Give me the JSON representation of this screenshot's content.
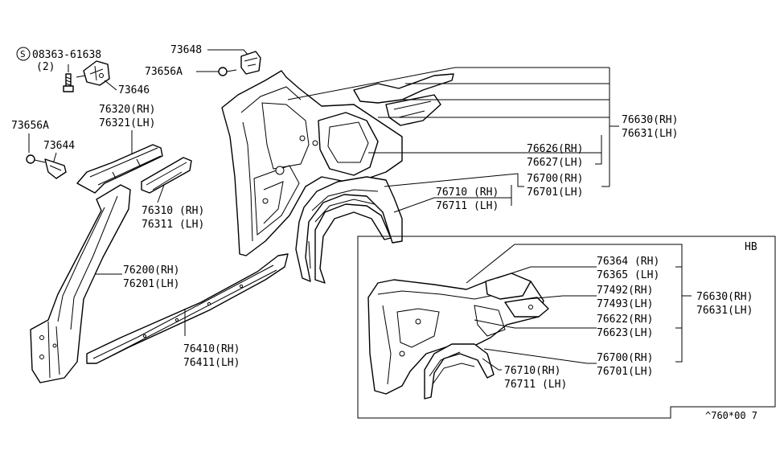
{
  "bolt_symbol": "S",
  "callouts": {
    "screw": "08363-61638",
    "screw_qty": "(2)",
    "p73648": "73648",
    "p73656a_top": "73656A",
    "p73646": "73646",
    "p73656a_left": "73656A",
    "p73644": "73644",
    "p76320": "76320(RH)",
    "p76321": "76321(LH)",
    "p76310": "76310 (RH)",
    "p76311": "76311 (LH)",
    "p76200": "76200(RH)",
    "p76201": "76201(LH)",
    "p76410": "76410(RH)",
    "p76411": "76411(LH)",
    "p76630": "76630(RH)",
    "p76631": "76631(LH)",
    "p76626": "76626(RH)",
    "p76627": "76627(LH)",
    "p76700": "76700(RH)",
    "p76701": "76701(LH)",
    "p76710": "76710 (RH)",
    "p76711": "76711 (LH)"
  },
  "hb_box": {
    "label": "HB",
    "p76364": "76364 (RH)",
    "p76365": "76365 (LH)",
    "p77492": "77492(RH)",
    "p77493": "77493(LH)",
    "p76622": "76622(RH)",
    "p76623": "76623(LH)",
    "p76630": "76630(RH)",
    "p76631": "76631(LH)",
    "p76700": "76700(RH)",
    "p76701": "76701(LH)",
    "p76710": "76710(RH)",
    "p76711": "76711 (LH)"
  },
  "diagram_code": "^760*00 7"
}
